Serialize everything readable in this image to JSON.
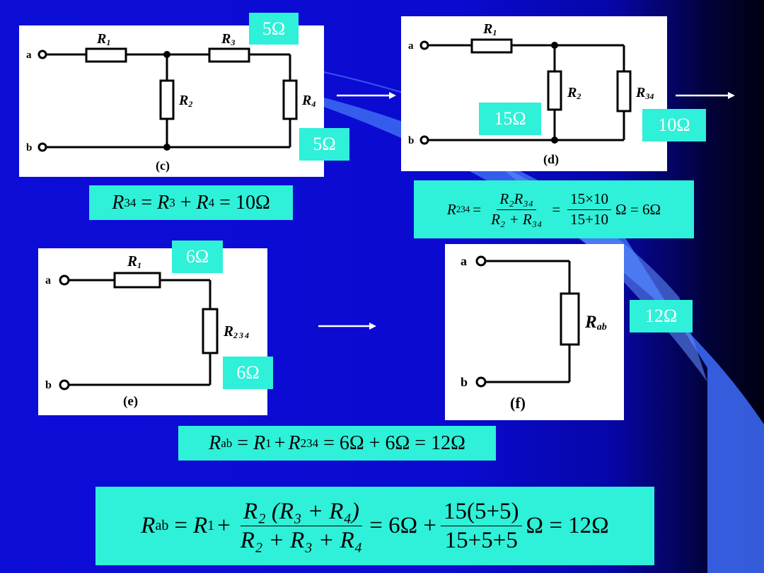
{
  "diagrams": {
    "c": {
      "caption": "(c)",
      "node_a": "a",
      "node_b": "b",
      "r1": "R",
      "r1_sub": "1",
      "r2": "R",
      "r2_sub": "2",
      "r3": "R",
      "r3_sub": "3",
      "r4": "R",
      "r4_sub": "4"
    },
    "d": {
      "caption": "(d)",
      "node_a": "a",
      "node_b": "b",
      "r1": "R",
      "r1_sub": "1",
      "r2": "R",
      "r2_sub": "2",
      "r34": "R",
      "r34_sub": "34"
    },
    "e": {
      "caption": "(e)",
      "node_a": "a",
      "node_b": "b",
      "r1": "R",
      "r1_sub": "1",
      "r234": "R",
      "r234_sub": "234"
    },
    "f": {
      "caption": "(f)",
      "node_a": "a",
      "node_b": "b",
      "rab": "R",
      "rab_sub": "ab"
    }
  },
  "value_tags": {
    "c_r3": "5Ω",
    "c_r4": "5Ω",
    "d_r2": "15Ω",
    "d_r34": "10Ω",
    "e_r1": "6Ω",
    "e_r234": "6Ω",
    "f_rab": "12Ω"
  },
  "formulas": {
    "r34": {
      "lhs": "R",
      "lhs_sub": "34",
      "rest_a": " = ",
      "t1": "R",
      "t1_sub": "3",
      "plus": " + ",
      "t2": "R",
      "t2_sub": "4",
      "result": " = 10Ω"
    },
    "r234": {
      "lhs": "R",
      "lhs_sub": "234",
      "num": "R₂R₃₄",
      "den": "R₂ + R₃₄",
      "num2": "15×10",
      "den2": "15+10",
      "result": "Ω = 6Ω"
    },
    "rab": {
      "lhs": "R",
      "lhs_sub": "ab",
      "eq": " = ",
      "t1": "R",
      "t1_sub": "1",
      "t2": "R",
      "t2_sub": "234",
      "result": " = 6Ω + 6Ω = 12Ω"
    },
    "rab_full": {
      "lhs": "R",
      "lhs_sub": "ab",
      "t1": "R",
      "t1_sub": "1",
      "num": "R₂ (R₃ + R₄)",
      "den": "R₂ + R₃ + R₄",
      "mid": "= 6Ω +",
      "num2": "15(5+5)",
      "den2": "15+5+5",
      "result": "Ω = 12Ω"
    }
  }
}
